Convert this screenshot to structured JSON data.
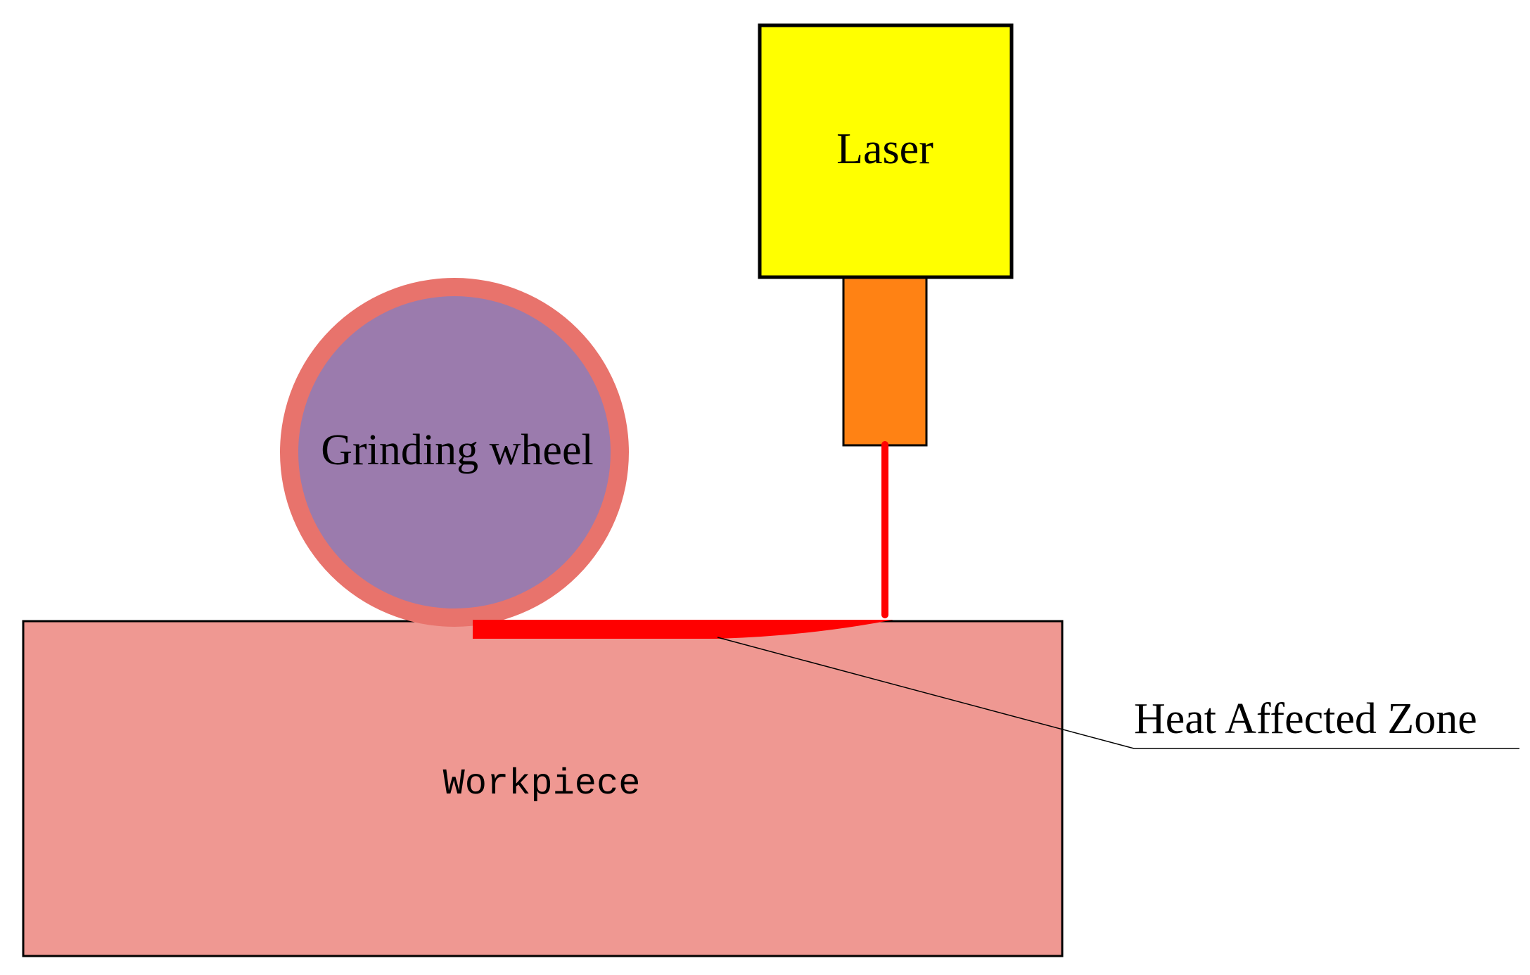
{
  "labels": {
    "laser": "Laser",
    "grinding_wheel": "Grinding wheel",
    "workpiece": "Workpiece",
    "heat_affected_zone": "Heat Affected Zone"
  },
  "colors": {
    "laser_body": "#ffff00",
    "laser_nozzle": "#ff8214",
    "laser_beam": "#ff0000",
    "wheel_rim": "#e8736c",
    "wheel_core": "#9b7bad",
    "workpiece": "#ef9892",
    "heat_zone": "#ff0000",
    "outline": "#000000"
  }
}
